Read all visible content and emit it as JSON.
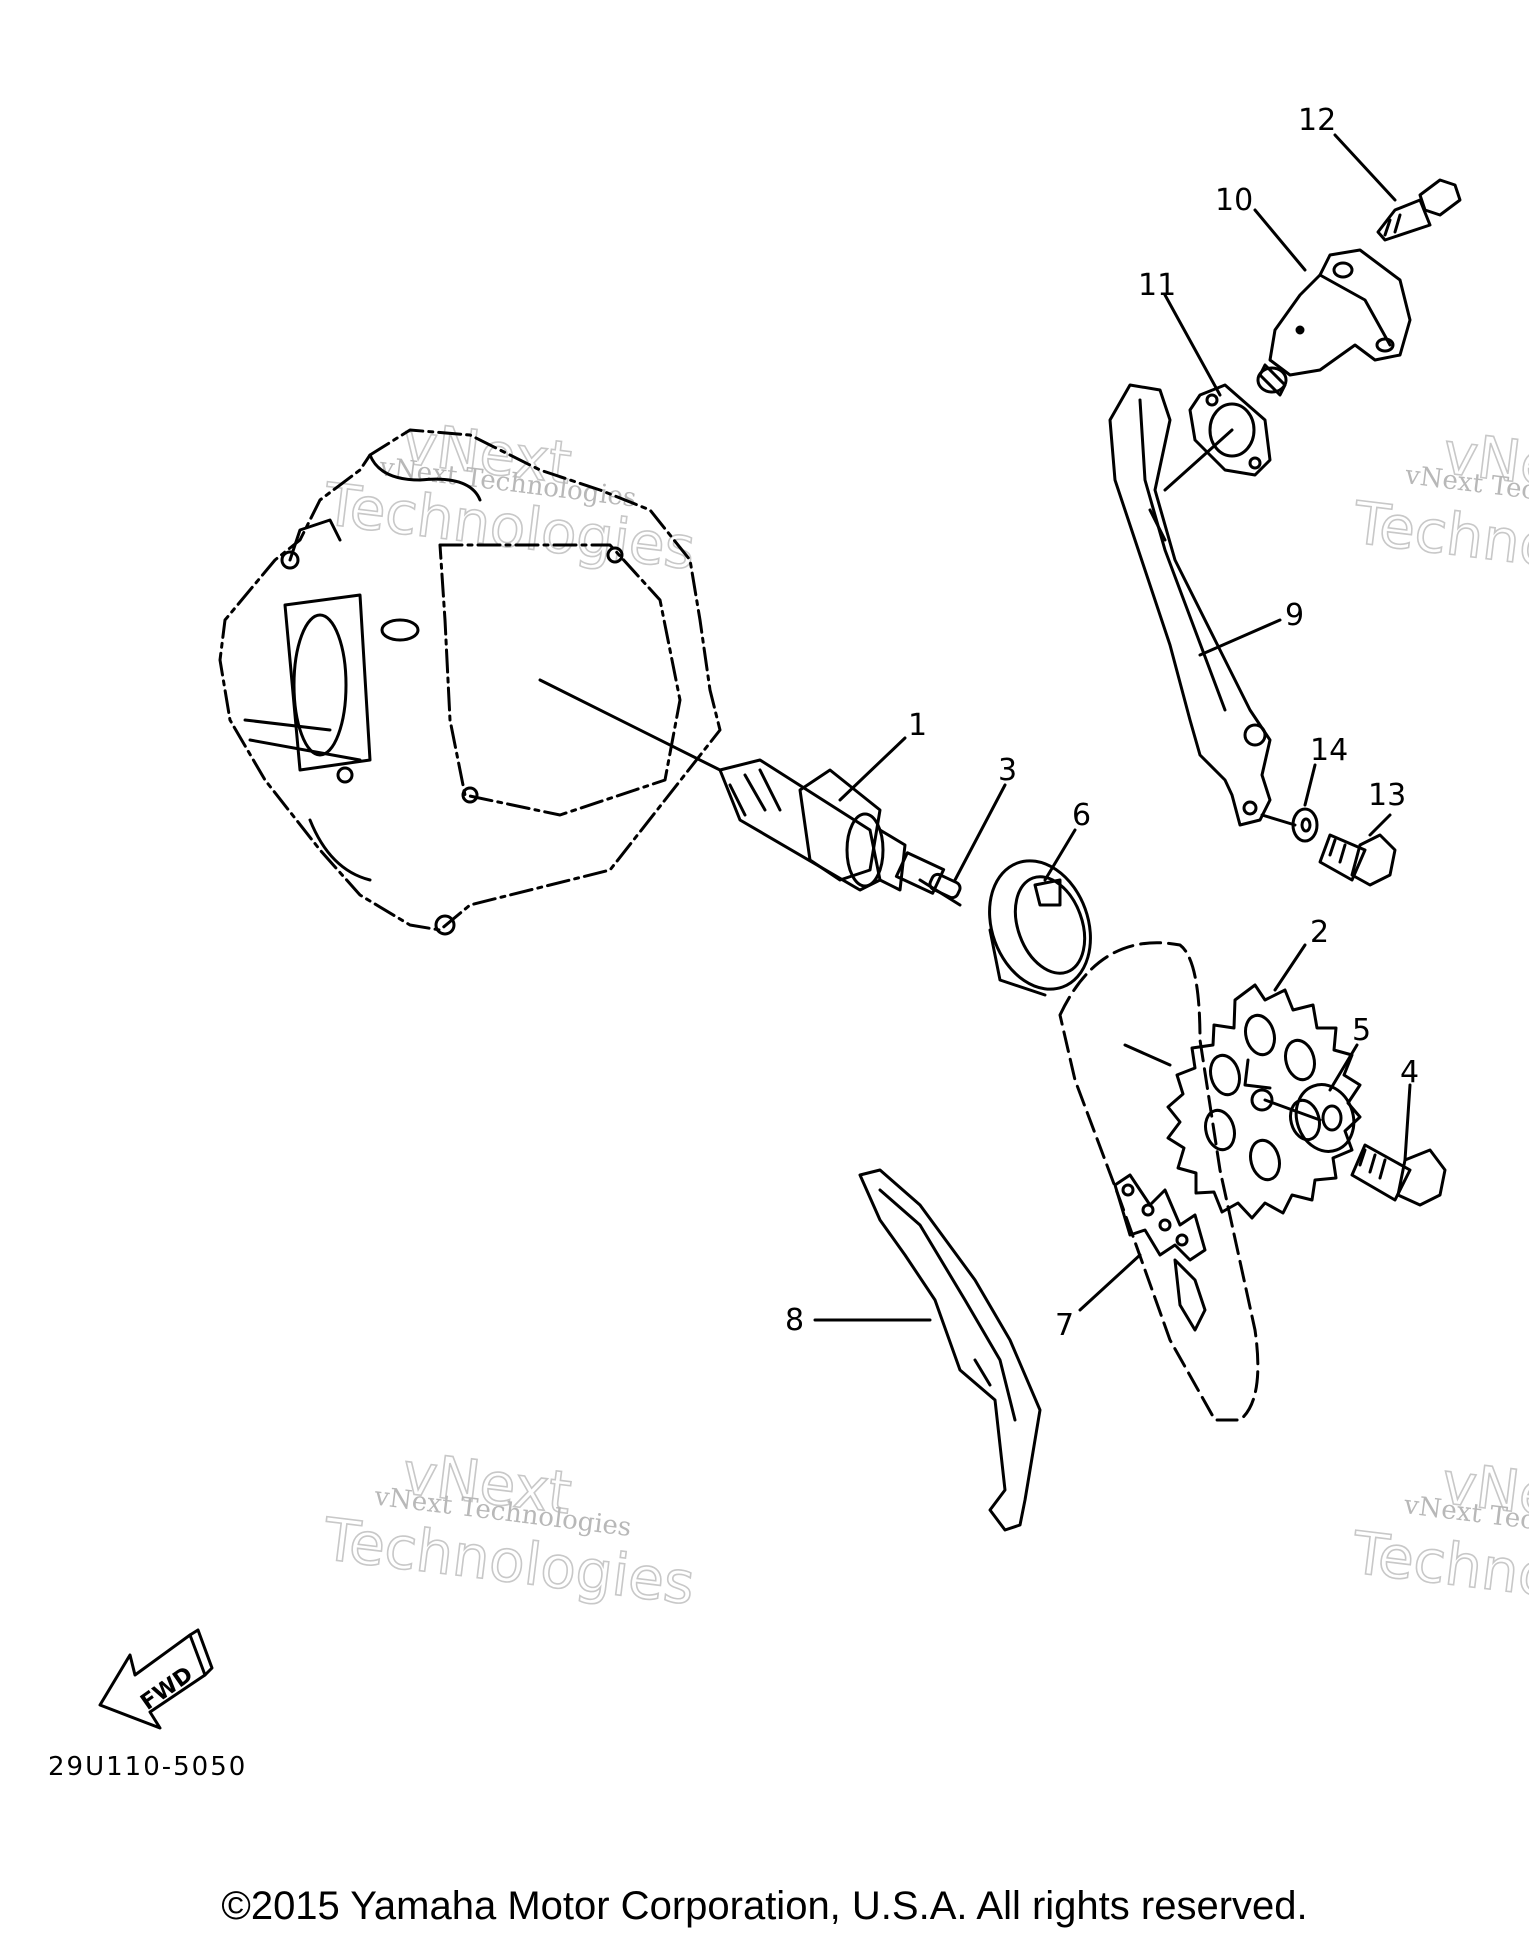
{
  "diagram_code": "29U110-5050",
  "fwd_label": "FWD",
  "copyright": "©2015 Yamaha Motor Corporation, U.S.A. All rights reserved.",
  "watermark": {
    "line1": "vNext Technologies",
    "big1": "vNext",
    "big2": "Technologies"
  },
  "callouts": {
    "c1": "1",
    "c2": "2",
    "c3": "3",
    "c4": "4",
    "c5": "5",
    "c6": "6",
    "c7": "7",
    "c8": "8",
    "c9": "9",
    "c10": "10",
    "c11": "11",
    "c12": "12",
    "c13": "13",
    "c14": "14"
  }
}
